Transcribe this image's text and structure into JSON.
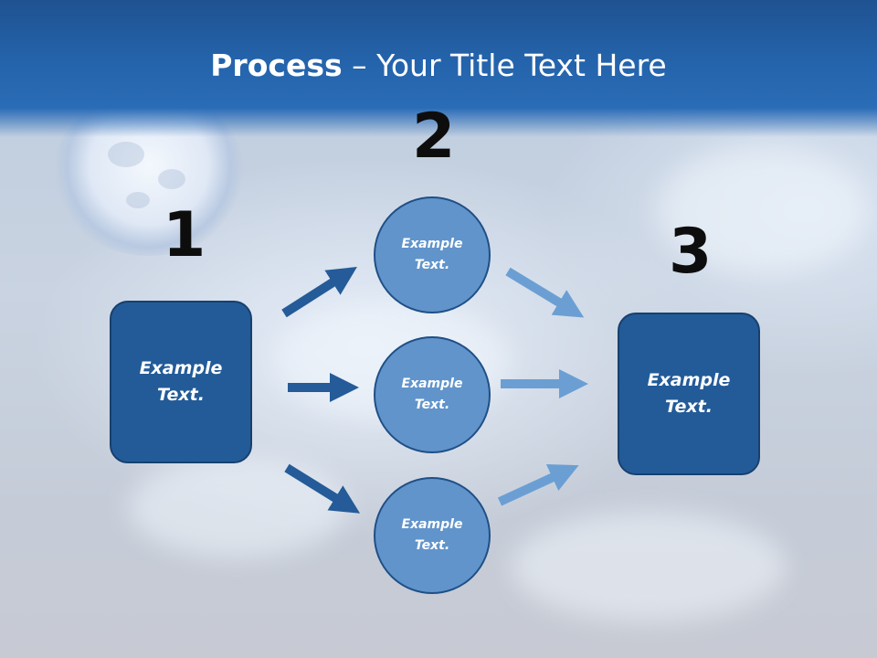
{
  "title": {
    "bold": "Process",
    "rest": " – Your Title Text Here"
  },
  "steps": {
    "one": "1",
    "two": "2",
    "three": "3"
  },
  "left_box": {
    "line1": "Example",
    "line2": "Text."
  },
  "right_box": {
    "line1": "Example",
    "line2": "Text."
  },
  "circles": [
    {
      "line1": "Example",
      "line2": "Text."
    },
    {
      "line1": "Example",
      "line2": "Text."
    },
    {
      "line1": "Example",
      "line2": "Text."
    }
  ],
  "colors": {
    "box_fill": "#235b98",
    "circle_fill": "#6194cb",
    "arrow_dark": "#245b98",
    "arrow_light": "#6b9fd3",
    "header": "#2464ac"
  }
}
